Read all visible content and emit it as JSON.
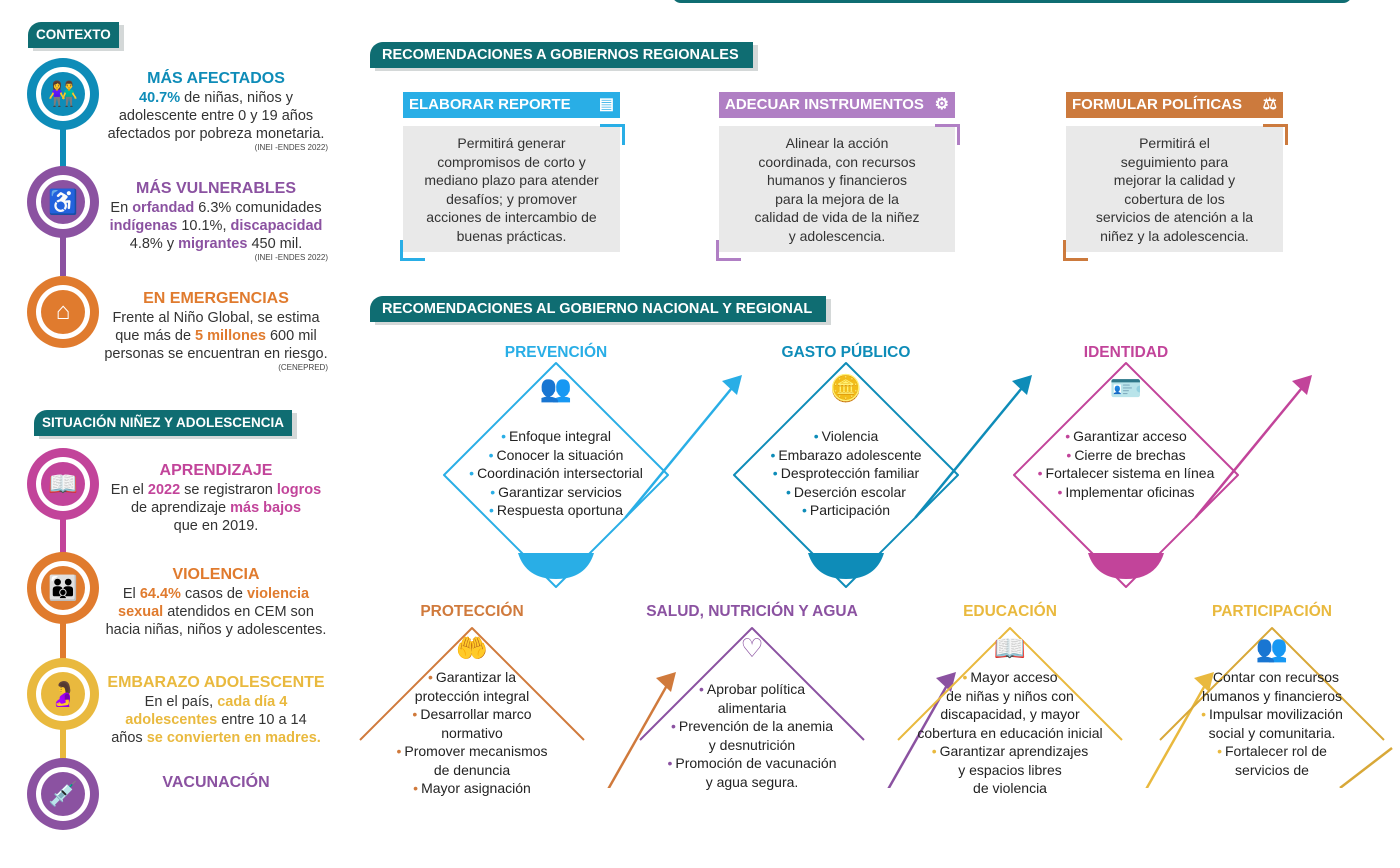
{
  "colors": {
    "teal": "#0f6d72",
    "blue": "#1aa7dc",
    "purple": "#8b52a1",
    "orange": "#e07b2e",
    "magenta": "#c2449a",
    "gold": "#e9b93e",
    "blue_dark": "#0e8cb8",
    "brown": "#c87a3b",
    "sky": "#29aee6"
  },
  "left": {
    "contexto_tag": "CONTEXTO",
    "situacion_tag": "SITUACIÓN NIÑEZ Y ADOLESCENCIA",
    "items": [
      {
        "title": "MÁS AFECTADOS",
        "lines": [
          "40.7% de niñas, niños y",
          "adolescente entre 0 y 19 años",
          "afectados por pobreza monetaria."
        ],
        "src": "(INEI -ENDES 2022)",
        "icon": "children-icon"
      },
      {
        "title": "MÁS VULNERABLES",
        "lines": [
          "En orfandad 6.3% comunidades",
          "indígenas 10.1%, discapacidad",
          "4.8% y migrantes 450 mil."
        ],
        "src": "(INEI -ENDES 2022)",
        "icon": "wheelchair-icon"
      },
      {
        "title": "EN EMERGENCIAS",
        "lines": [
          "Frente al Niño Global, se estima",
          "que más de 5 millones 600 mil",
          "personas se encuentran en riesgo."
        ],
        "src": "(CENEPRED)",
        "icon": "flood-house-icon"
      },
      {
        "title": "APRENDIZAJE",
        "lines": [
          "En el 2022 se registraron logros",
          "de aprendizaje más bajos",
          "que en 2019."
        ],
        "icon": "book-icon"
      },
      {
        "title": "VIOLENCIA",
        "lines": [
          "El 64.4% casos de violencia",
          "sexual atendidos en CEM son",
          "hacia niñas, niños y adolescentes."
        ],
        "icon": "family-hand-icon"
      },
      {
        "title": "EMBARAZO ADOLESCENTE",
        "lines": [
          "En el país, cada día 4",
          "adolescentes entre 10 a 14",
          "años se convierten en madres."
        ],
        "icon": "pregnant-icon"
      },
      {
        "title": "VACUNACIÓN",
        "lines": [],
        "icon": "syringe-icon"
      }
    ]
  },
  "regional": {
    "tag": "RECOMENDACIONES A GOBIERNOS REGIONALES",
    "cards": [
      {
        "title": "ELABORAR REPORTE",
        "icon": "report-icon",
        "text": [
          "Permitirá generar",
          "compromisos de corto y",
          "mediano plazo para atender",
          "desafíos; y promover",
          "acciones de intercambio de",
          "buenas prácticas."
        ]
      },
      {
        "title": "ADECUAR INSTRUMENTOS",
        "icon": "gear-icon",
        "text": [
          "Alinear la acción",
          "coordinada, con recursos",
          "humanos y financieros",
          "para la mejora de la",
          "calidad de vida de la niñez",
          "y adolescencia."
        ]
      },
      {
        "title": "FORMULAR POLÍTICAS",
        "icon": "gavel-icon",
        "text": [
          "Permitirá el",
          "seguimiento para",
          "mejorar la calidad y",
          "cobertura de los",
          "servicios de atención a la",
          "niñez y la adolescencia."
        ]
      }
    ]
  },
  "national": {
    "tag": "RECOMENDACIONES AL GOBIERNO NACIONAL Y REGIONAL",
    "top": [
      {
        "title": "PREVENCIÓN",
        "icon": "people-heart-icon",
        "items": [
          "Enfoque integral",
          "Conocer la situación",
          "Coordinación intersectorial",
          "Garantizar servicios",
          "Respuesta oportuna"
        ]
      },
      {
        "title": "GASTO PÚBLICO",
        "icon": "coins-icon",
        "items": [
          "Violencia",
          "Embarazo adolescente",
          "Desprotección familiar",
          "Deserción escolar",
          "Participación"
        ]
      },
      {
        "title": "IDENTIDAD",
        "icon": "id-card-icon",
        "items": [
          "Garantizar acceso",
          "Cierre de brechas",
          "Fortalecer sistema en línea",
          "Implementar oficinas"
        ]
      }
    ],
    "bottom": [
      {
        "title": "PROTECCIÓN",
        "icon": "hands-heart-icon",
        "items": [
          "Garantizar la",
          "protección integral",
          "Desarrollar marco",
          "normativo",
          "Promover mecanismos",
          "de denuncia",
          "Mayor asignación"
        ],
        "bullets": [
          0,
          2,
          4,
          6
        ]
      },
      {
        "title": "SALUD, NUTRICIÓN Y AGUA",
        "icon": "heart-plus-icon",
        "items": [
          "Aprobar política",
          "alimentaria",
          "Prevención de la anemia",
          "y desnutrición",
          "Promoción de vacunación",
          "y agua segura."
        ],
        "bullets": [
          0,
          2,
          4
        ]
      },
      {
        "title": "EDUCACIÓN",
        "icon": "open-book-icon",
        "items": [
          "Mayor acceso",
          "de niñas y niños con",
          "discapacidad, y mayor",
          "cobertura en educación inicial",
          "Garantizar aprendizajes",
          "y espacios libres",
          "de violencia"
        ],
        "bullets": [
          0,
          4
        ]
      },
      {
        "title": "PARTICIPACIÓN",
        "icon": "group-icon",
        "items": [
          "Contar con recursos",
          "humanos y financieros",
          "Impulsar movilización",
          "social y comunitaria.",
          "Fortalecer rol de",
          "servicios de"
        ],
        "bullets": [
          0,
          2,
          4
        ]
      }
    ]
  }
}
